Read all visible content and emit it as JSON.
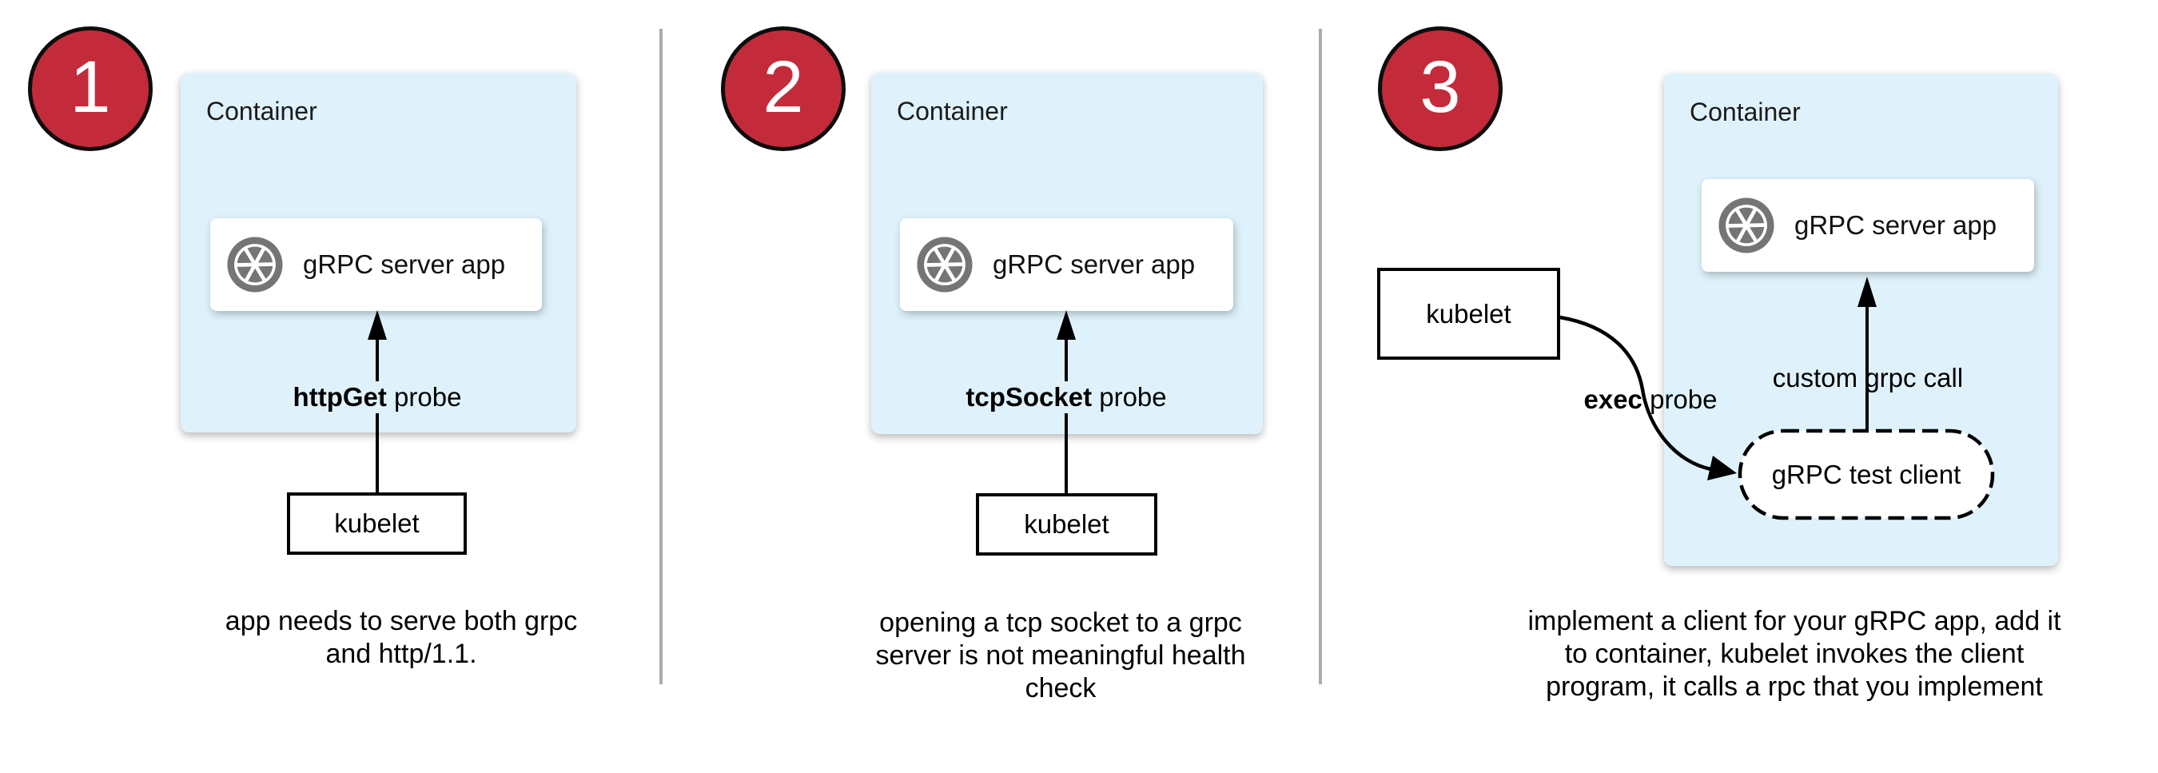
{
  "diagram_title": "gRPC health-check probe options",
  "colors": {
    "container_fill": "#DFF2FB",
    "badge_red": "#C32B3A",
    "icon_gray": "#757575",
    "divider_gray": "#ABABAB",
    "line_black": "#000000",
    "app_box_fill": "#FFFFFF"
  },
  "panels": [
    {
      "badge_number": "1",
      "container_label": "Container",
      "app_box": {
        "icon": "aperture-icon",
        "label": "gRPC server app"
      },
      "probe_label": {
        "bold": "httpGet",
        "rest": " probe"
      },
      "kubelet_label": "kubelet",
      "caption_lines": [
        "app needs to serve both grpc",
        "and http/1.1."
      ]
    },
    {
      "badge_number": "2",
      "container_label": "Container",
      "app_box": {
        "icon": "aperture-icon",
        "label": "gRPC server app"
      },
      "probe_label": {
        "bold": "tcpSocket",
        "rest": " probe"
      },
      "kubelet_label": "kubelet",
      "caption_lines": [
        "opening a tcp socket to a grpc",
        "server is not meaningful health",
        "check"
      ]
    },
    {
      "badge_number": "3",
      "container_label": "Container",
      "app_box": {
        "icon": "aperture-icon",
        "label": "gRPC server app"
      },
      "probe_label": {
        "bold": "exec",
        "rest": " probe"
      },
      "kubelet_label": "kubelet",
      "arrow_label": "custom grpc call",
      "test_client_label": "gRPC test client",
      "caption_lines": [
        "implement a client for your gRPC app, add it",
        "to container, kubelet invokes the client",
        "program, it calls a rpc that you implement"
      ]
    }
  ]
}
